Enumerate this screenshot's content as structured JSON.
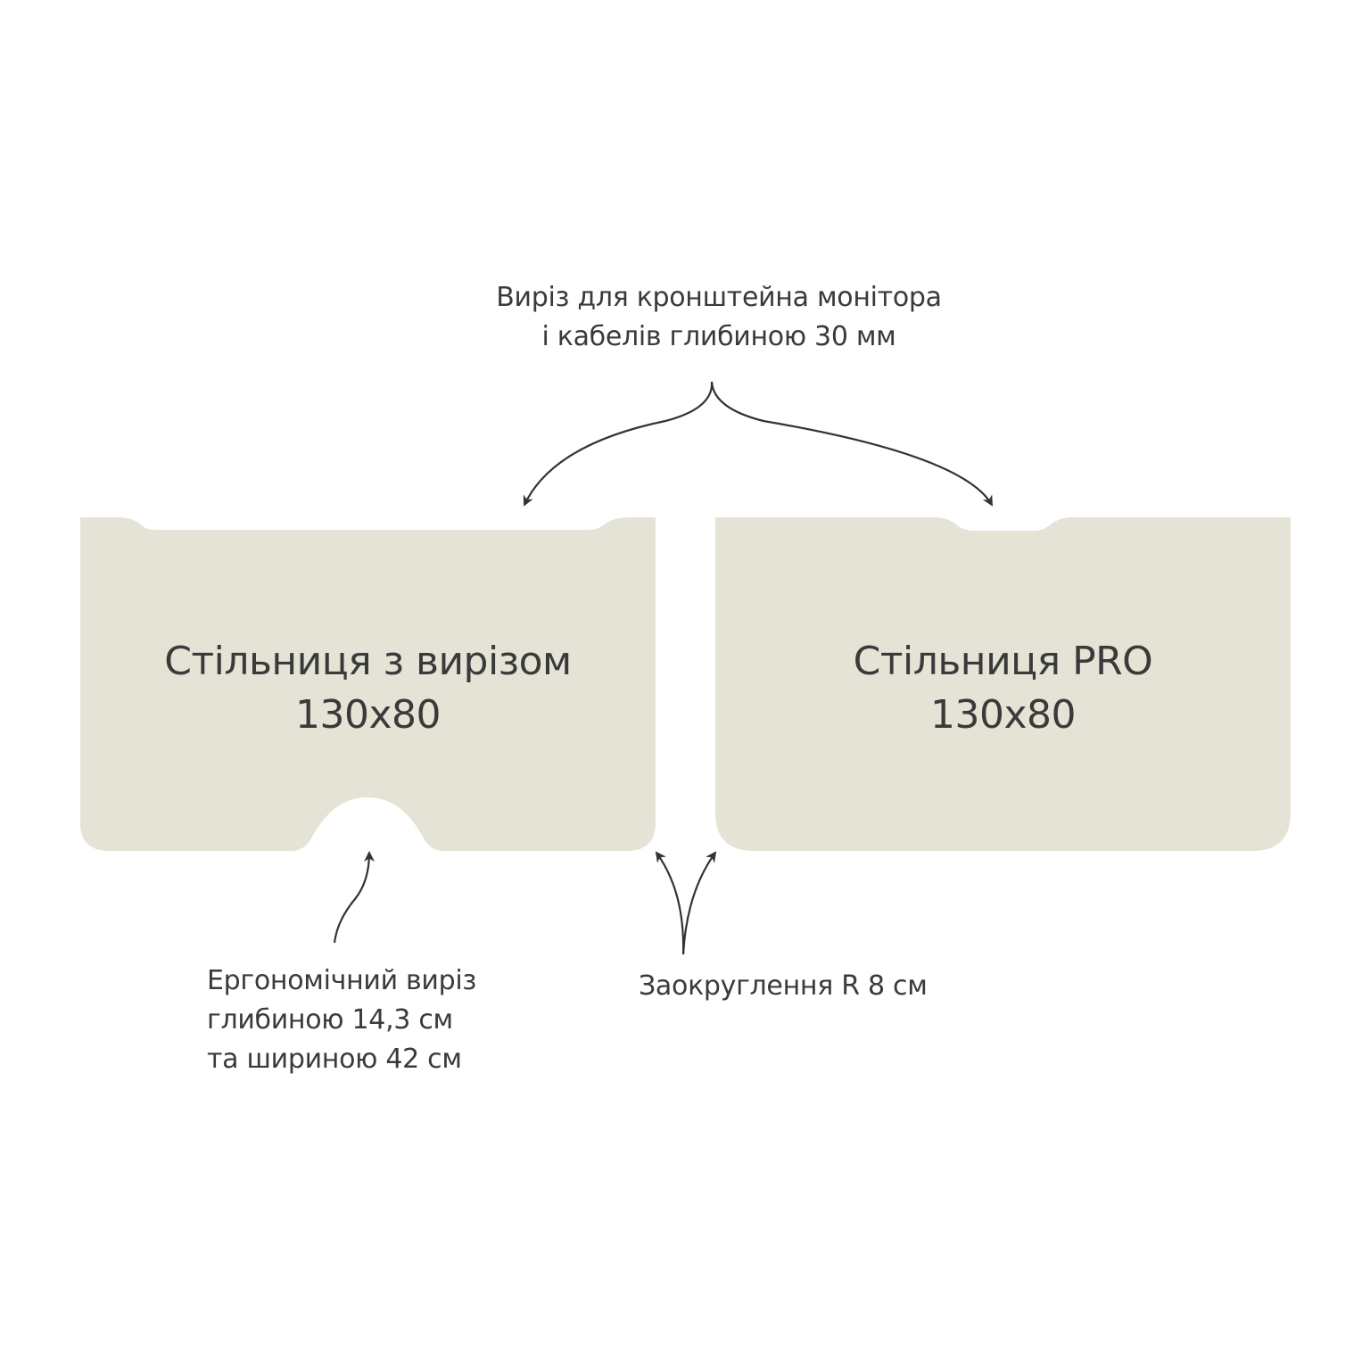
{
  "colors": {
    "tabletop_fill": "#e4e3d6",
    "text": "#3a3a3a",
    "arrow": "#333333",
    "background": "#ffffff"
  },
  "left_tabletop": {
    "title": "Стільниця з вирізом",
    "size": "130x80"
  },
  "right_tabletop": {
    "title": "Стільниця PRO",
    "size": "130x80"
  },
  "notes": {
    "monitor_cutout": [
      "Виріз для кронштейна монітора",
      "і кабелів глибиною 30 мм"
    ],
    "ergonomic_cutout": [
      "Ергономічний виріз",
      "глибиною 14,3 см",
      "та шириною 42 см"
    ],
    "rounding": "Заокруглення R 8 см"
  }
}
